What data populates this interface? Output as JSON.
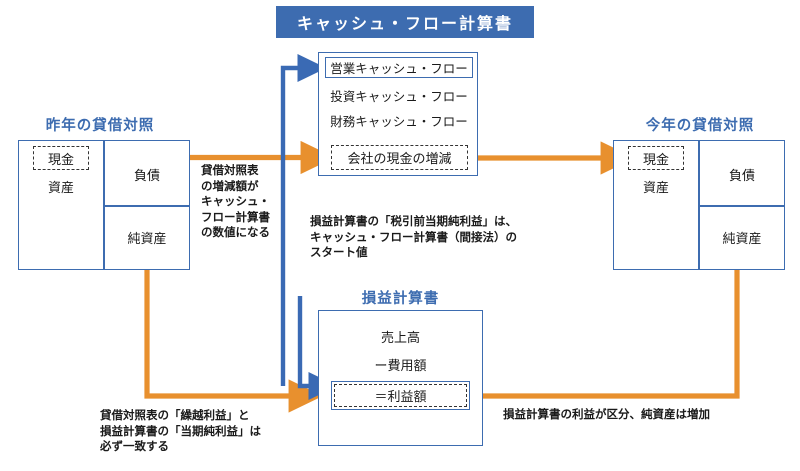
{
  "banner": {
    "title": "キャッシュ・フロー計算書",
    "color": "#3d6cb0"
  },
  "cash_flow_statement": {
    "lines": [
      "営業キャッシュ・フロー",
      "投資キャッシュ・フロー",
      "財務キャッシュ・フロー"
    ],
    "result": "会社の現金の増減"
  },
  "balance_sheet_last_year": {
    "title": "昨年の貸借対照",
    "cash": "現金",
    "assets": "資産",
    "liabilities": "負債",
    "net_assets": "純資産"
  },
  "balance_sheet_this_year": {
    "title": "今年の貸借対照",
    "cash": "現金",
    "assets": "資産",
    "liabilities": "負債",
    "net_assets": "純資産"
  },
  "income_statement": {
    "title": "損益計算書",
    "revenue": "売上高",
    "expenses": "ー費用額",
    "profit": "＝利益額"
  },
  "notes": {
    "bs_to_cf": "貸借対照表\nの増減額が\nキャッシュ・\nフロー計算書\nの数値になる",
    "pl_to_cf": "損益計算書の「税引前当期純利益」は、\nキャッシュ・フロー計算書（間接法）の\nスタート値",
    "retained_earnings": "貸借対照表の「繰越利益」と\n損益計算書の「当期純利益」は\n必ず一致する",
    "profit_to_net_assets": "損益計算書の利益が区分、純資産は増加"
  },
  "colors": {
    "blue": "#3d6cb0",
    "blue_arrow": "#3a6ab4",
    "orange_arrow": "#e8902e",
    "text": "#1a1a1a"
  }
}
